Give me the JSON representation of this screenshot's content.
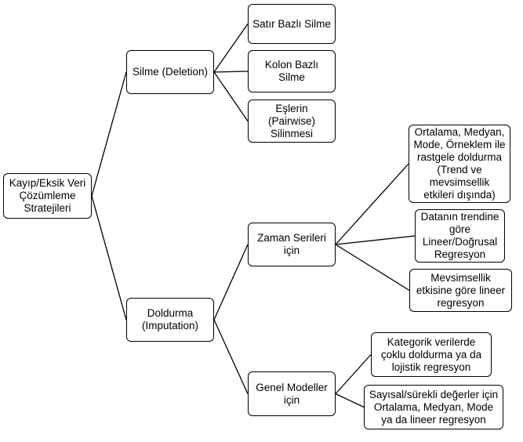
{
  "nodes": {
    "root": "Kayıp/Eksik Veri\nÇözümleme\nStratejileri",
    "deletion": "Silme (Deletion)",
    "row_deletion": "Satır Bazlı Silme",
    "column_deletion": "Kolon Bazlı\nSilme",
    "pairwise_deletion": "Eşlerin (Pairwise)\nSilinmesi",
    "imputation": "Doldurma\n(Imputation)",
    "time_series": "Zaman Serileri\niçin",
    "ts_mean": "Ortalama, Medyan,\nMode, Örneklem ile\nrastgele doldurma\n(Trend ve\nmevsimsellik\netkileri dışında)",
    "ts_trend": "Datanın trendine\ngöre\nLineer/Doğrusal\nRegresyon",
    "ts_seasonal": "Mevsimsellik\netkisine göre lineer\nregresyon",
    "general_models": "Genel Modeller\niçin",
    "gm_categorical": "Kategorik verilerde\nçoklu doldurma ya da\nlojistik regresyon",
    "gm_numeric": "Sayısal/sürekli değerler için\nOrtalama, Medyan, Mode\nya da lineer regresyon"
  },
  "edges": [
    [
      "root",
      "deletion"
    ],
    [
      "root",
      "imputation"
    ],
    [
      "deletion",
      "row_deletion"
    ],
    [
      "deletion",
      "column_deletion"
    ],
    [
      "deletion",
      "pairwise_deletion"
    ],
    [
      "imputation",
      "time_series"
    ],
    [
      "imputation",
      "general_models"
    ],
    [
      "time_series",
      "ts_mean"
    ],
    [
      "time_series",
      "ts_trend"
    ],
    [
      "time_series",
      "ts_seasonal"
    ],
    [
      "general_models",
      "gm_categorical"
    ],
    [
      "general_models",
      "gm_numeric"
    ]
  ]
}
